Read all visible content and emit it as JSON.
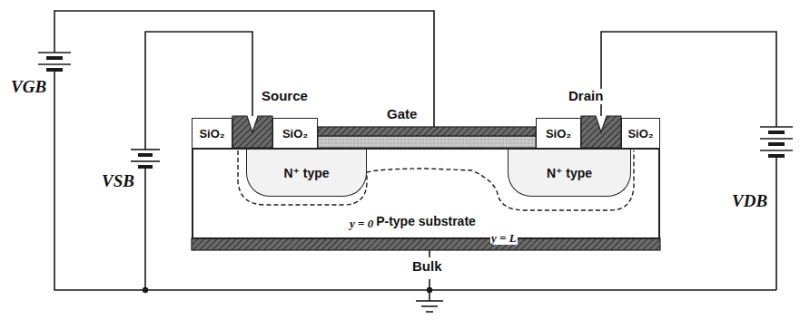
{
  "diagram": {
    "nodes": [
      {
        "text": [
          "SiO₂"
        ]
      },
      {
        "text": [
          "SiO₂"
        ]
      },
      {
        "text": [
          "SiO₂"
        ]
      },
      {
        "text": [
          "SiO₂"
        ]
      },
      {
        "text": [
          "P-type substrate"
        ]
      },
      {
        "text": [
          "N⁺ type"
        ],
        "in": 4
      },
      {
        "text": [
          "N⁺ type"
        ],
        "in": 4
      }
    ],
    "labels": [
      "Source",
      "Gate",
      "Drain",
      "VGB",
      "VSB",
      "VDB",
      "y = 0",
      "y = L",
      "Bulk"
    ]
  }
}
